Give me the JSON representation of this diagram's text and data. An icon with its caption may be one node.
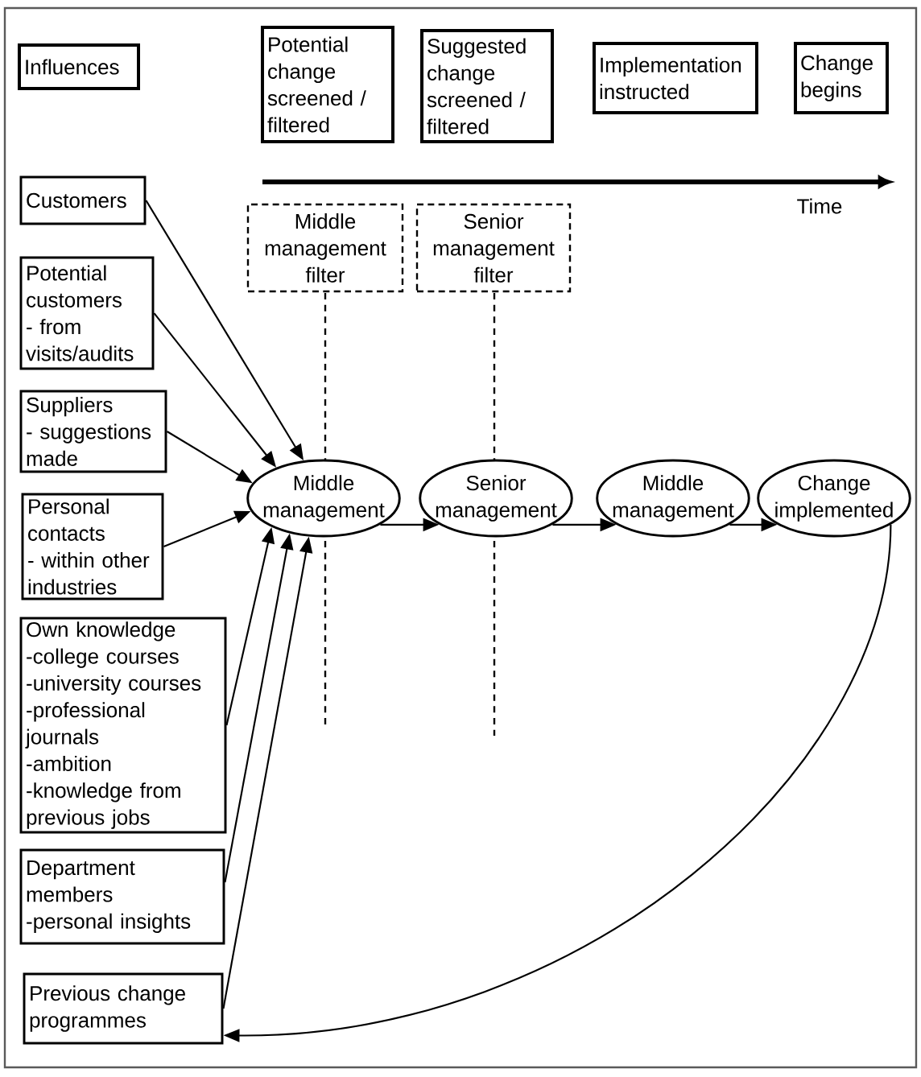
{
  "diagram": {
    "nodes": [
      {
        "text": [
          "Influences"
        ]
      },
      {
        "text": [
          "Potential change screened / filtered"
        ]
      },
      {
        "text": [
          "Suggested change screened / filtered"
        ]
      },
      {
        "text": [
          "Implementation instructed"
        ]
      },
      {
        "text": [
          "Change begins"
        ]
      },
      {
        "text": [
          "Middle management filter"
        ]
      },
      {
        "text": [
          "Senior management filter"
        ]
      },
      {
        "text": [
          "Customers"
        ]
      },
      {
        "text": [
          "Potential customers",
          "- from visits/audits"
        ]
      },
      {
        "text": [
          "Suppliers",
          "- suggestions made"
        ]
      },
      {
        "text": [
          "Personal contacts",
          "- within other industries"
        ]
      },
      {
        "text": [
          "Own knowledge",
          "-college courses",
          "-university courses",
          "-professional journals",
          "-ambition",
          "-knowledge from previous jobs"
        ]
      },
      {
        "text": [
          "Department members",
          "-personal insights"
        ]
      },
      {
        "text": [
          "Previous change programmes"
        ]
      },
      {
        "text": [
          "Middle management"
        ]
      },
      {
        "text": [
          "Senior management"
        ]
      },
      {
        "text": [
          "Middle management"
        ]
      },
      {
        "text": [
          "Change implemented"
        ]
      }
    ],
    "edges": [
      {
        "from": 7,
        "to": 14,
        "arrow": "to"
      },
      {
        "from": 8,
        "to": 14,
        "arrow": "to"
      },
      {
        "from": 9,
        "to": 14,
        "arrow": "to"
      },
      {
        "from": 10,
        "to": 14,
        "arrow": "to"
      },
      {
        "from": 11,
        "to": 14,
        "arrow": "to"
      },
      {
        "from": 12,
        "to": 14,
        "arrow": "to"
      },
      {
        "from": 13,
        "to": 14,
        "arrow": "to"
      },
      {
        "from": 14,
        "to": 15,
        "arrow": "to"
      },
      {
        "from": 15,
        "to": 16,
        "arrow": "to"
      },
      {
        "from": 16,
        "to": 17,
        "arrow": "to"
      },
      {
        "from": 17,
        "to": 13,
        "arrow": "to"
      }
    ],
    "labels": [
      "Time"
    ]
  }
}
